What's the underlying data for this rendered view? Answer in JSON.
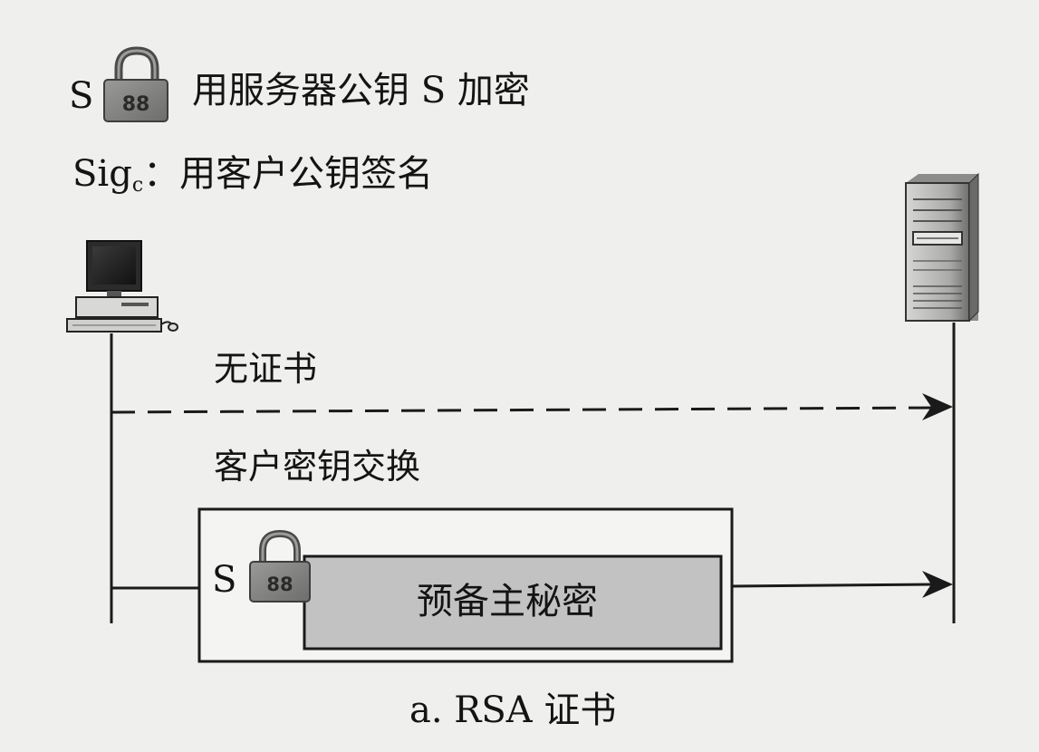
{
  "legend": {
    "key_letter": "S",
    "encrypt_text": "用服务器公钥 S 加密",
    "sig_main": "Sig",
    "sig_sub": "c",
    "sig_text": "：用客户公钥签名"
  },
  "messages": [
    {
      "label": "无证书",
      "style": "dashed"
    },
    {
      "label": "客户密钥交换",
      "style": "solid"
    }
  ],
  "payload": {
    "key_letter": "S",
    "label": "预备主秘密",
    "fill_color": "#c2c2c2"
  },
  "caption": "a. RSA 证书",
  "icons": [
    "padlock-icon",
    "client-computer-icon",
    "server-tower-icon",
    "arrow-head-icon"
  ]
}
